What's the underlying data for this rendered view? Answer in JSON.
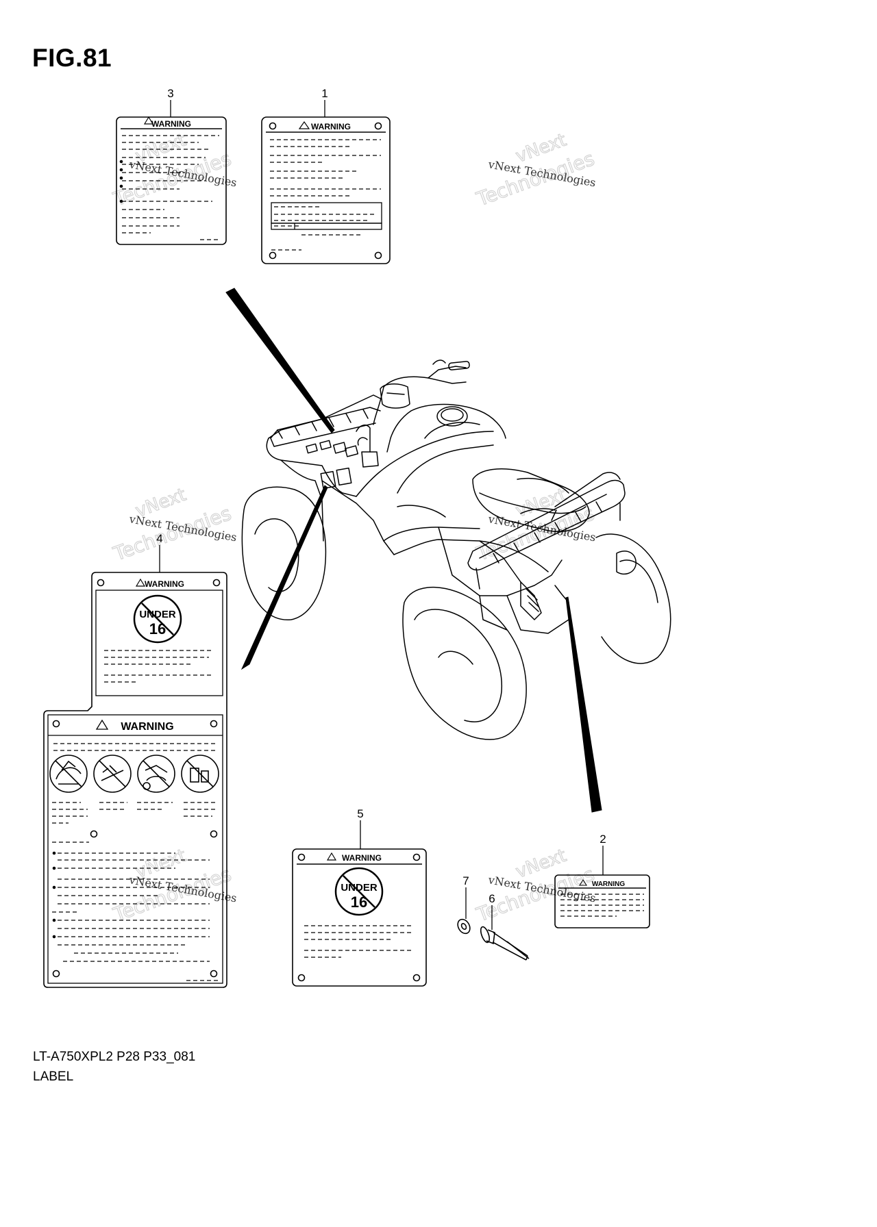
{
  "figure": {
    "title": "FIG.81"
  },
  "footer": {
    "model_code": "LT-A750XPL2 P28 P33_081",
    "section": "LABEL"
  },
  "callouts": [
    "1",
    "2",
    "3",
    "4",
    "5",
    "6",
    "7"
  ],
  "labels": {
    "warning": "WARNING",
    "under": "UNDER",
    "age": "16"
  },
  "watermark": {
    "line1": "vNext Technologies",
    "line2": "vNext",
    "line3": "Technologies"
  },
  "colors": {
    "ink": "#000000",
    "watermark": "#cfcfcf"
  }
}
